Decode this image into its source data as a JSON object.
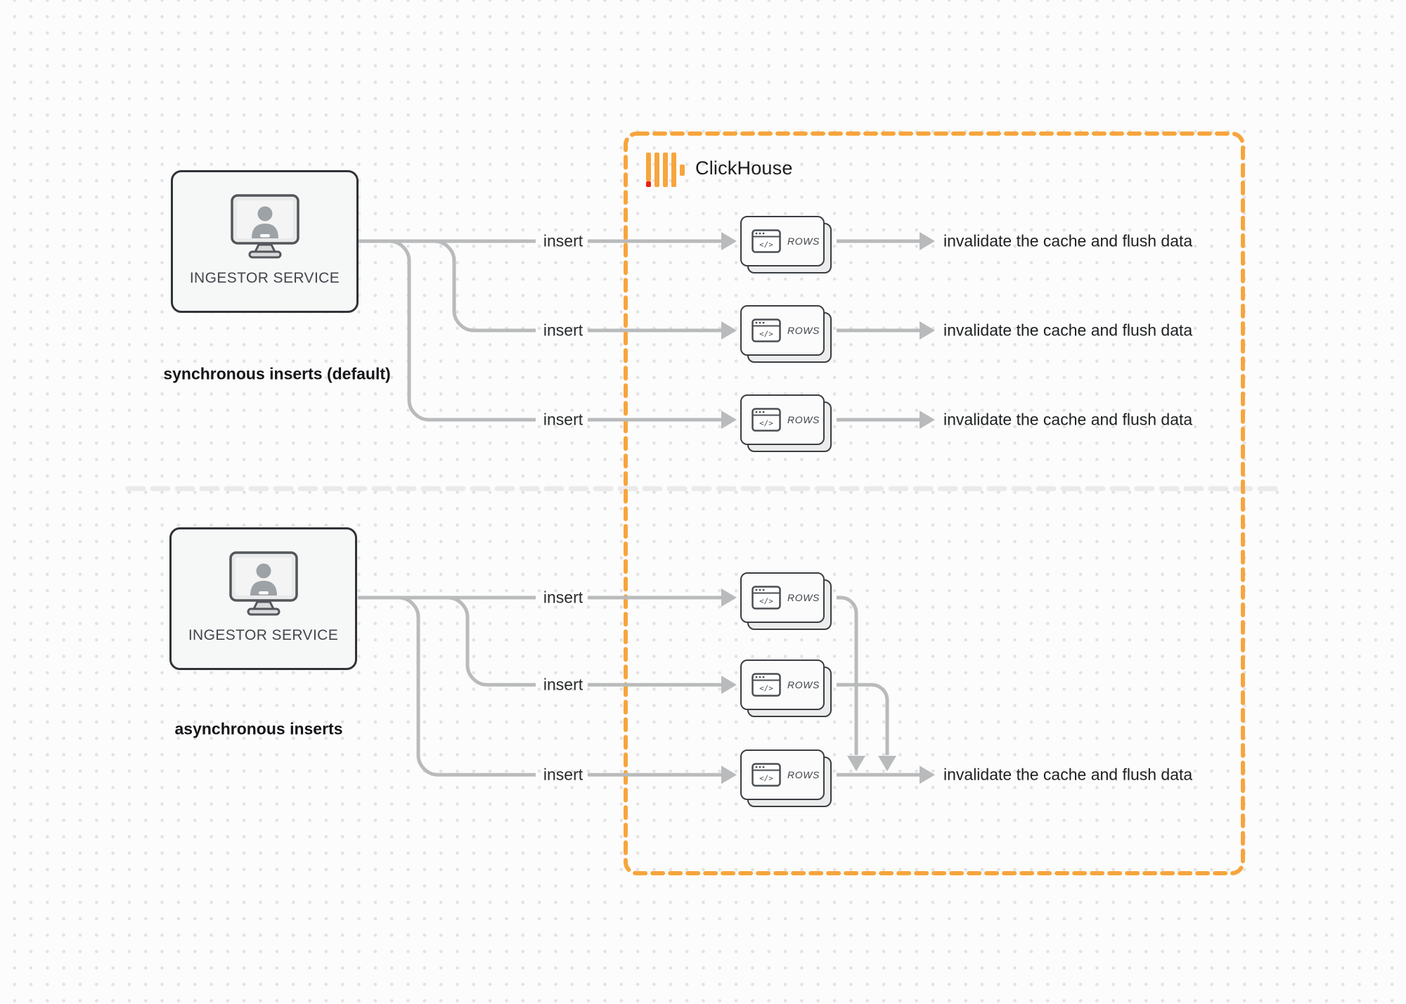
{
  "clickhouse": {
    "name": "ClickHouse"
  },
  "sections": [
    {
      "id": "sync",
      "caption": "synchronous inserts (default)",
      "service": "INGESTOR SERVICE"
    },
    {
      "id": "async",
      "caption": "asynchronous inserts",
      "service": "INGESTOR SERVICE"
    }
  ],
  "labels": {
    "insert": "insert",
    "rows": "ROWS",
    "code_glyph": "</>",
    "invalidate": "invalidate the cache and flush data"
  },
  "colors": {
    "accent_orange": "#F7A53D",
    "logo_red": "#EB2117",
    "connector_gray": "#B9BABB",
    "divider_gray": "#EAEAEA",
    "dark_border": "#2F3337"
  }
}
